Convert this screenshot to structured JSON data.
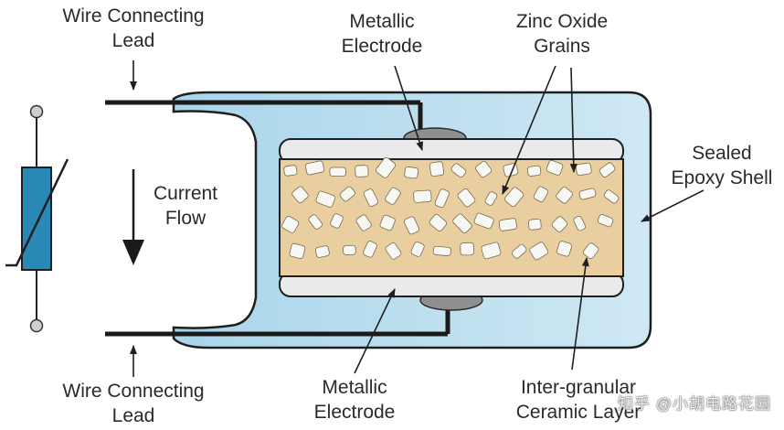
{
  "labels": {
    "lead_top": [
      "Wire Connecting",
      "Lead"
    ],
    "lead_bottom": [
      "Wire Connecting",
      "Lead"
    ],
    "electrode_top": [
      "Metallic",
      "Electrode"
    ],
    "electrode_bottom": [
      "Metallic",
      "Electrode"
    ],
    "zinc_oxide": [
      "Zinc Oxide",
      "Grains"
    ],
    "sealed_shell": [
      "Sealed",
      "Epoxy Shell"
    ],
    "current_flow": [
      "Current",
      "Flow"
    ],
    "intergranular": [
      "Inter-granular",
      "Ceramic Layer"
    ]
  },
  "watermark": "知乎 @小胡电路花园",
  "colors": {
    "shell_fill": "#bfe0f0",
    "shell_stroke": "#1f1f1f",
    "ceramic_fill": "#e9cfa0",
    "grain_fill": "#f7f7f4",
    "electrode_fill": "#e8eaec",
    "contact_fill": "#8d8f91",
    "symbol_fill": "#2a88b6",
    "text": "#2a2a2a"
  },
  "icons": [
    "varistor-symbol-icon",
    "arrow-down-icon",
    "pointer-arrow-icon"
  ]
}
